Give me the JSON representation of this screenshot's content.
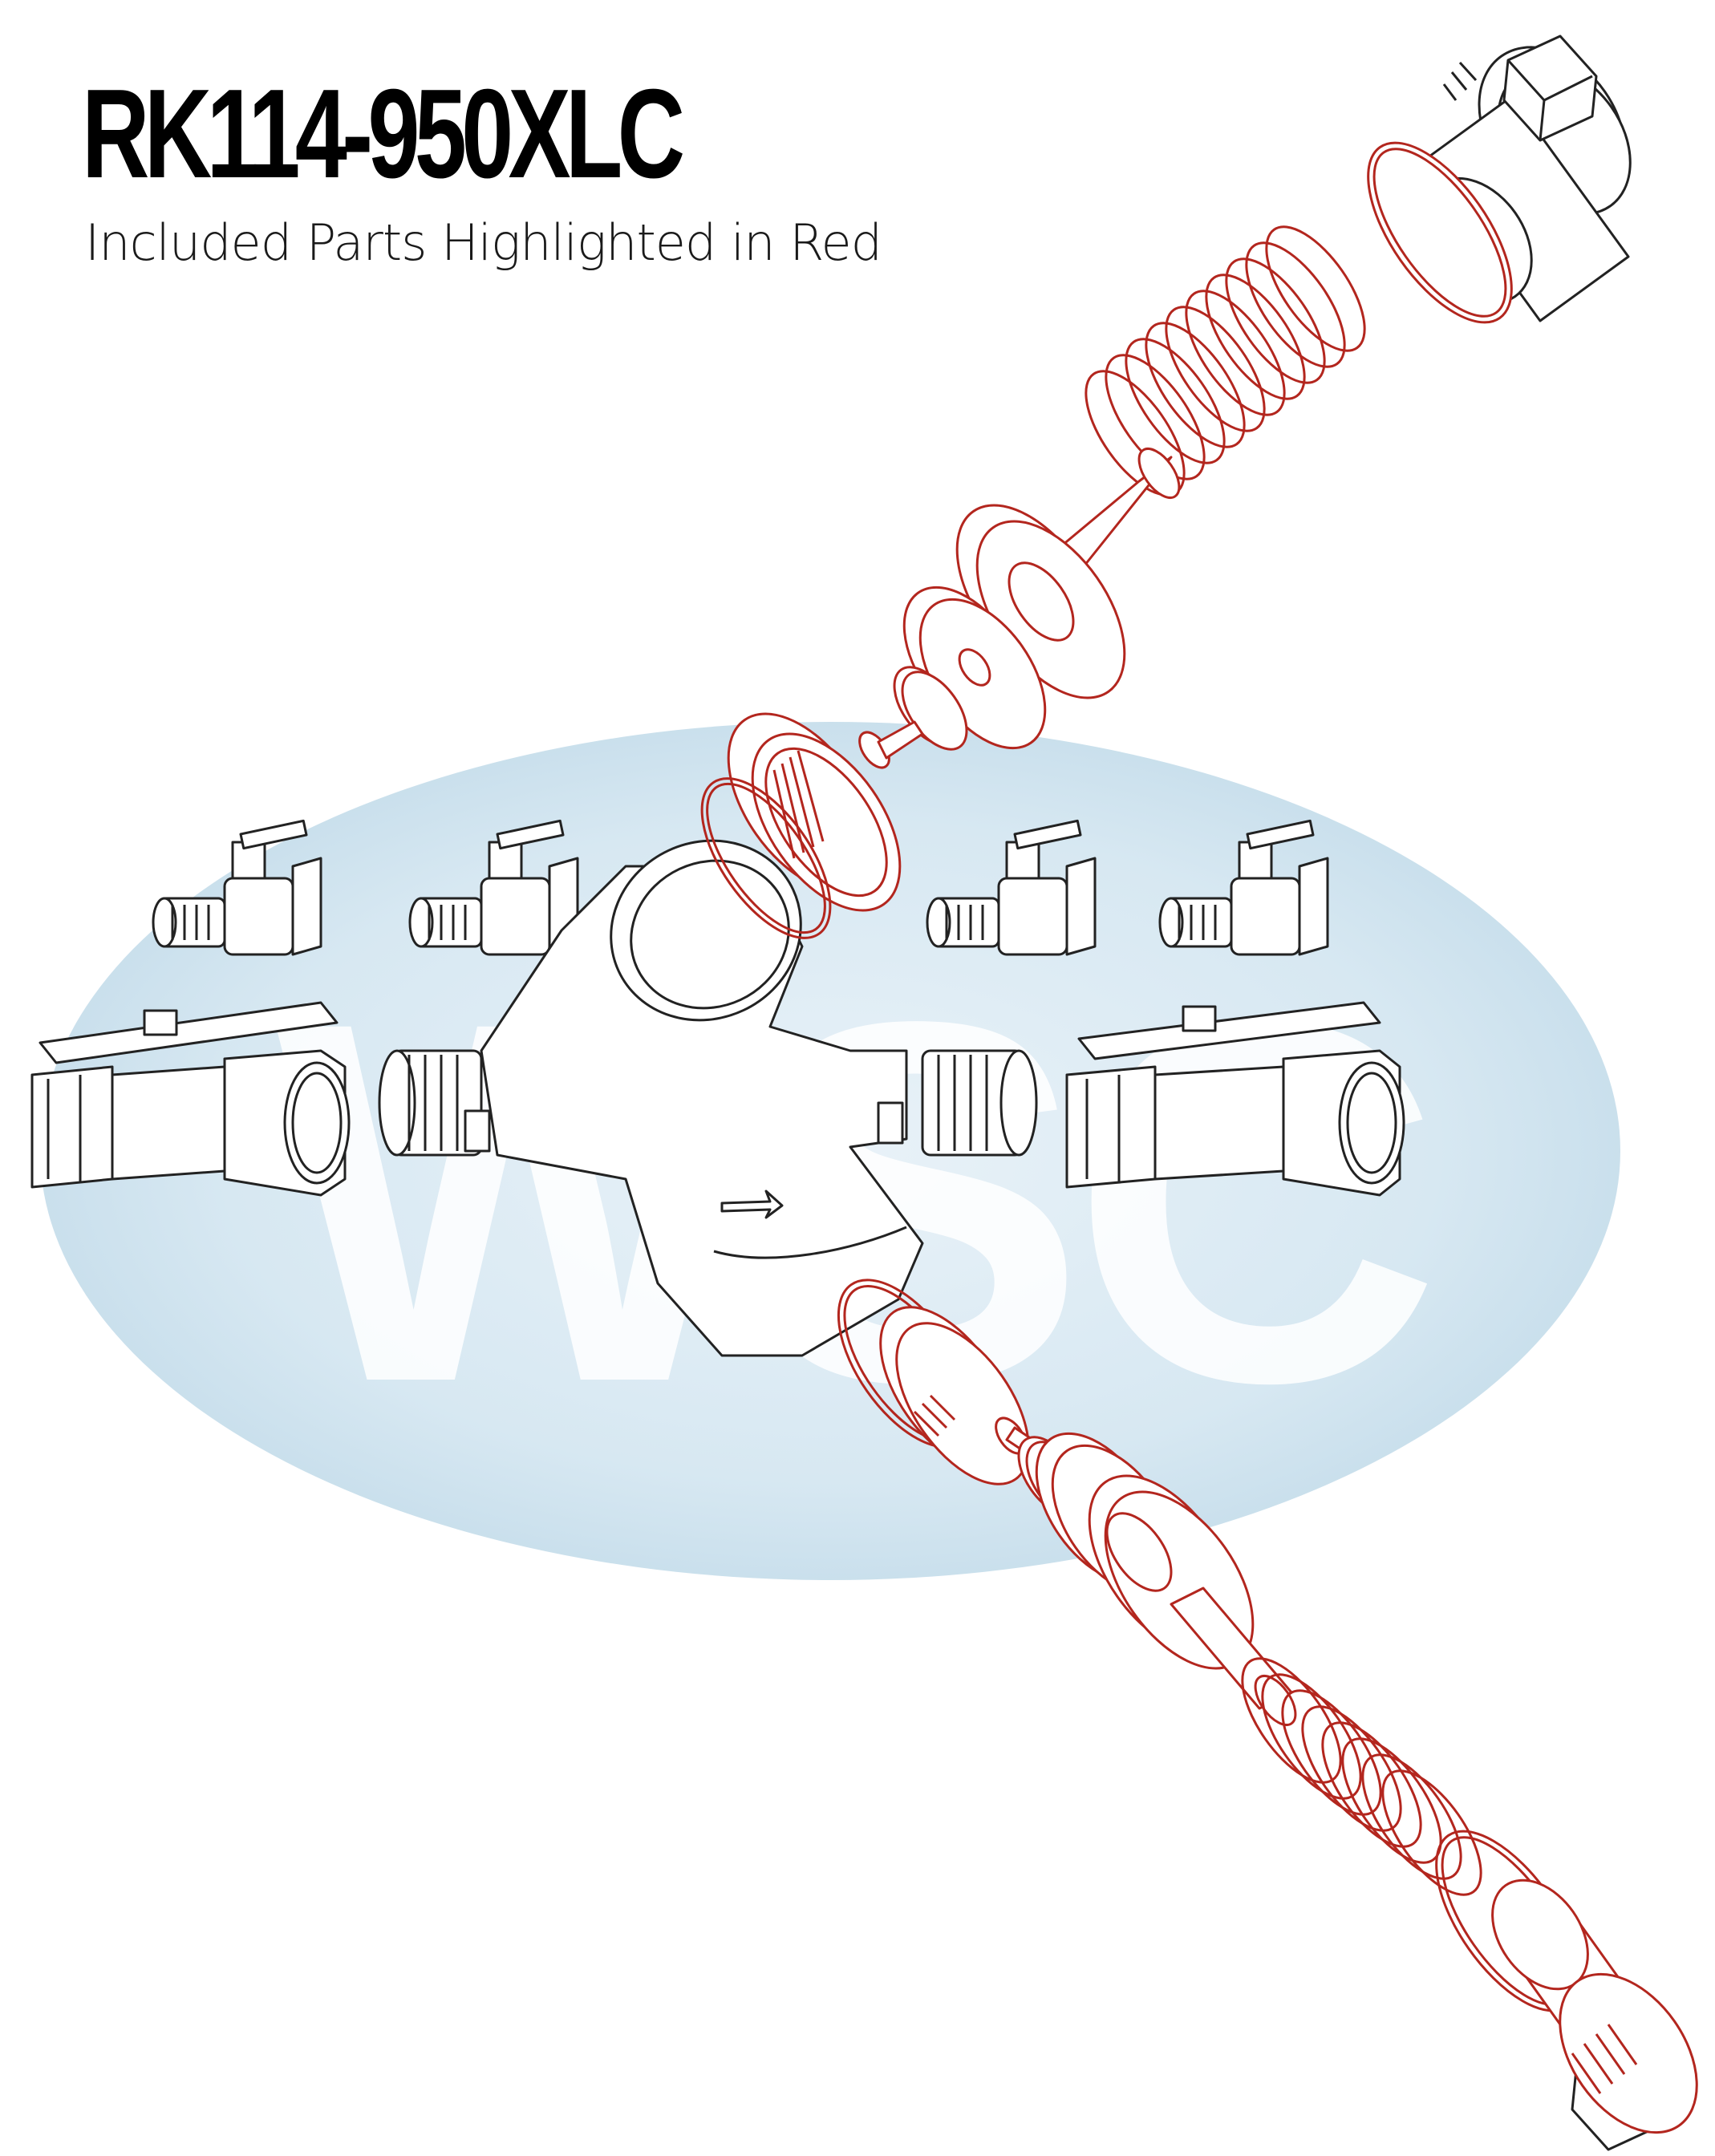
{
  "header": {
    "title": "RK114-950XLC",
    "subtitle": "Included Parts Highlighted in Red"
  },
  "watermark": {
    "text": "WSC",
    "ellipse_color": "#d4e7f1"
  },
  "colors": {
    "included_part": "#b3261e",
    "other_part": "#222222"
  }
}
